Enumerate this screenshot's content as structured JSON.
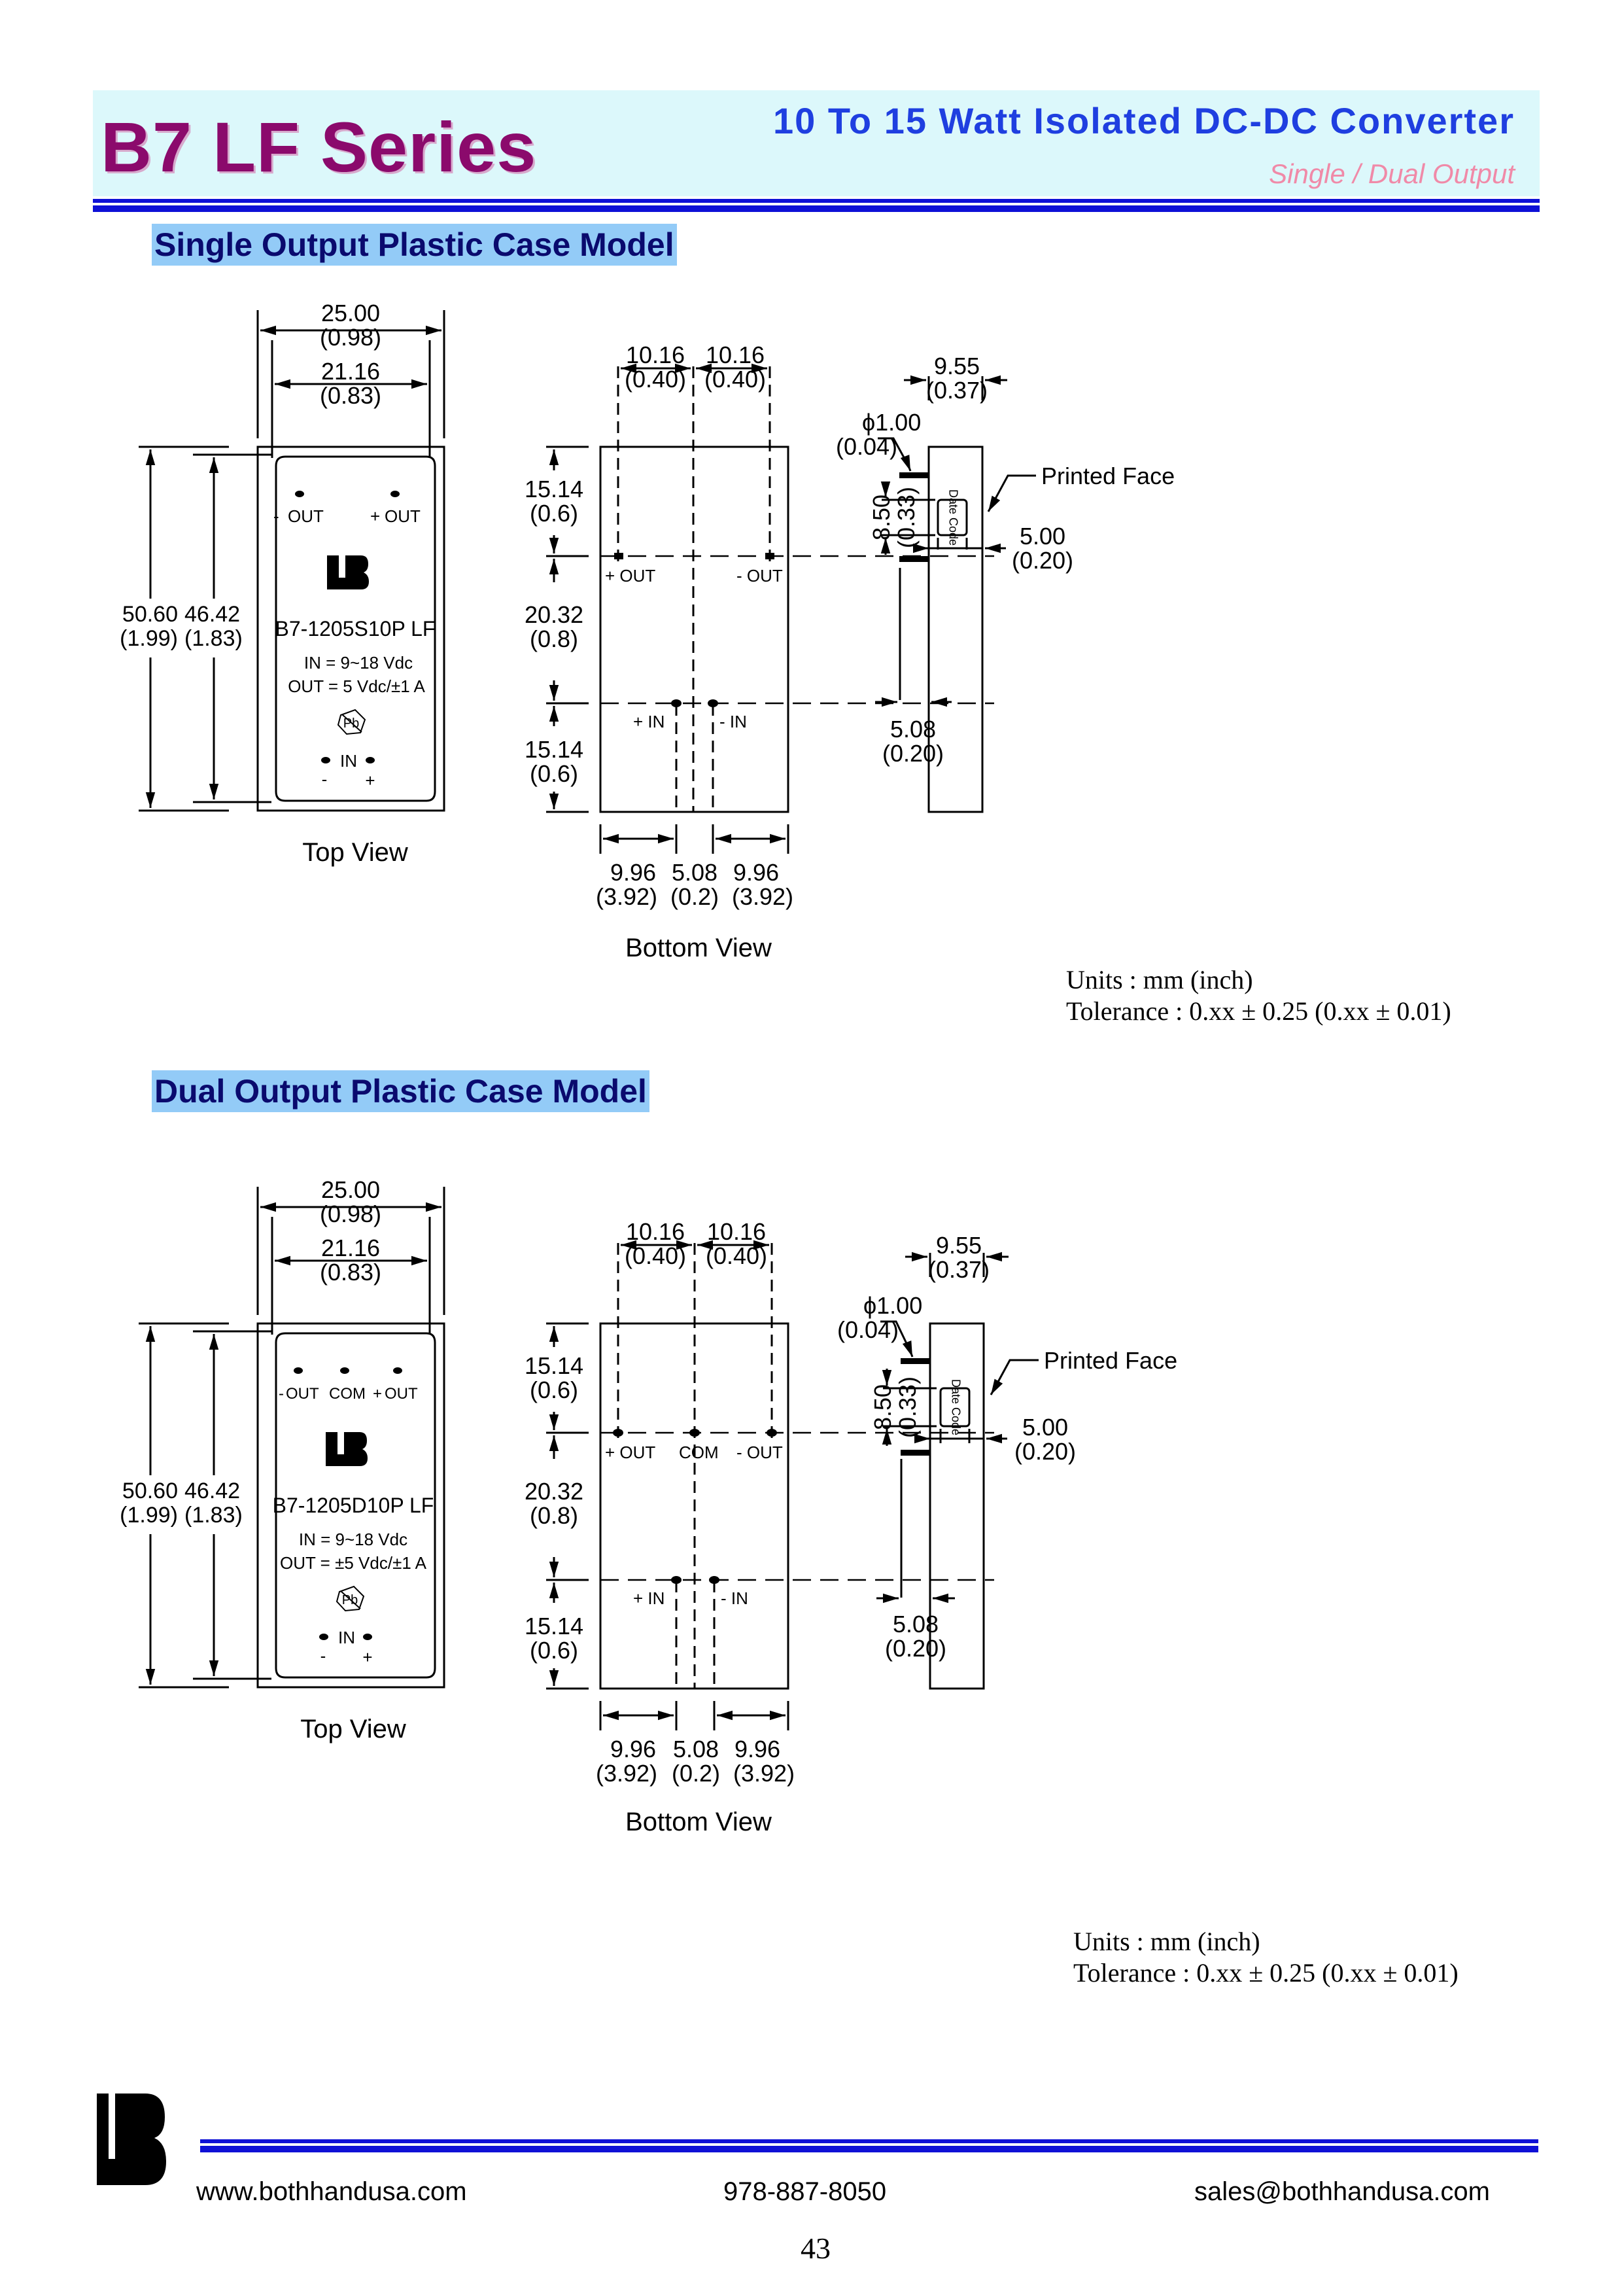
{
  "header": {
    "series_title": "B7 LF Series",
    "subtitle": "10 To 15 Watt Isolated DC-DC Converter",
    "output_type": "Single / Dual Output"
  },
  "colors": {
    "brand_purple": "#8b0a6c",
    "title_blue": "#1f3fe0",
    "rule_blue": "#0e10d6",
    "section_bg": "#93cbf7",
    "section_text": "#0a0a6e"
  },
  "sections": [
    {
      "heading": "Single Output Plastic Case Model",
      "top_view": {
        "label": "Top View",
        "width_outer": {
          "mm": "25.00",
          "in": "(0.98)"
        },
        "width_inner": {
          "mm": "21.16",
          "in": "(0.83)"
        },
        "height_outer": {
          "mm": "50.60",
          "in": "(1.99)"
        },
        "height_inner": {
          "mm": "46.42",
          "in": "(1.83)"
        },
        "pins_top": [
          "-",
          "OUT",
          "+",
          "OUT"
        ],
        "model": "B7-1205S10P LF",
        "in_spec": "IN = 9~18 Vdc",
        "out_spec": "OUT = 5 Vdc/±1 A",
        "pb_mark": "Pb",
        "in_label": "IN",
        "in_minus": "-",
        "in_plus": "+"
      },
      "bottom_view": {
        "label": "Bottom View",
        "top_dims": [
          {
            "mm": "10.16",
            "in": "(0.40)"
          },
          {
            "mm": "10.16",
            "in": "(0.40)"
          }
        ],
        "side_dims": [
          {
            "mm": "15.14",
            "in": "(0.6)"
          },
          {
            "mm": "20.32",
            "in": "(0.8)"
          },
          {
            "mm": "15.14",
            "in": "(0.6)"
          }
        ],
        "bottom_dims": [
          {
            "mm": "9.96",
            "in": "(3.92)"
          },
          {
            "mm": "5.08",
            "in": "(0.2)"
          },
          {
            "mm": "9.96",
            "in": "(3.92)"
          }
        ],
        "pin_labels": [
          "+ OUT",
          "- OUT",
          "+ IN",
          "- IN"
        ]
      },
      "side_view": {
        "width": {
          "mm": "9.55",
          "in": "(0.37)"
        },
        "pin_dia": {
          "mm": "ϕ1.00",
          "in": "(0.04)"
        },
        "date_code_height": {
          "mm": "8.50",
          "in": "(0.33)"
        },
        "date_code_offset": {
          "mm": "5.00",
          "in": "(0.20)"
        },
        "pin_length": {
          "mm": "5.08",
          "in": "(0.20)"
        },
        "date_code": "Date Code",
        "printed_face": "Printed Face"
      },
      "units": "Units : mm (inch)",
      "tolerance": "Tolerance : 0.xx ± 0.25 (0.xx ± 0.01)"
    },
    {
      "heading": "Dual Output Plastic Case Model",
      "top_view": {
        "label": "Top View",
        "width_outer": {
          "mm": "25.00",
          "in": "(0.98)"
        },
        "width_inner": {
          "mm": "21.16",
          "in": "(0.83)"
        },
        "height_outer": {
          "mm": "50.60",
          "in": "(1.99)"
        },
        "height_inner": {
          "mm": "46.42",
          "in": "(1.83)"
        },
        "pins_top": [
          "-",
          "OUT",
          "COM",
          "+",
          "OUT"
        ],
        "model": "B7-1205D10P LF",
        "in_spec": "IN = 9~18 Vdc",
        "out_spec": "OUT = ±5 Vdc/±1 A",
        "pb_mark": "Pb",
        "in_label": "IN",
        "in_minus": "-",
        "in_plus": "+"
      },
      "bottom_view": {
        "label": "Bottom View",
        "top_dims": [
          {
            "mm": "10.16",
            "in": "(0.40)"
          },
          {
            "mm": "10.16",
            "in": "(0.40)"
          }
        ],
        "side_dims": [
          {
            "mm": "15.14",
            "in": "(0.6)"
          },
          {
            "mm": "20.32",
            "in": "(0.8)"
          },
          {
            "mm": "15.14",
            "in": "(0.6)"
          }
        ],
        "bottom_dims": [
          {
            "mm": "9.96",
            "in": "(3.92)"
          },
          {
            "mm": "5.08",
            "in": "(0.2)"
          },
          {
            "mm": "9.96",
            "in": "(3.92)"
          }
        ],
        "pin_labels": [
          "+ OUT",
          "COM",
          "- OUT",
          "+ IN",
          "- IN"
        ]
      },
      "side_view": {
        "width": {
          "mm": "9.55",
          "in": "(0.37)"
        },
        "pin_dia": {
          "mm": "ϕ1.00",
          "in": "(0.04)"
        },
        "date_code_height": {
          "mm": "8.50",
          "in": "(0.33)"
        },
        "date_code_offset": {
          "mm": "5.00",
          "in": "(0.20)"
        },
        "pin_length": {
          "mm": "5.08",
          "in": "(0.20)"
        },
        "date_code": "Date Code",
        "printed_face": "Printed Face"
      },
      "units": "Units : mm (inch)",
      "tolerance": "Tolerance : 0.xx ± 0.25 (0.xx ± 0.01)"
    }
  ],
  "footer": {
    "website": "www.bothhandusa.com",
    "phone": "978-887-8050",
    "email": "sales@bothhandusa.com",
    "page_number": "43"
  }
}
